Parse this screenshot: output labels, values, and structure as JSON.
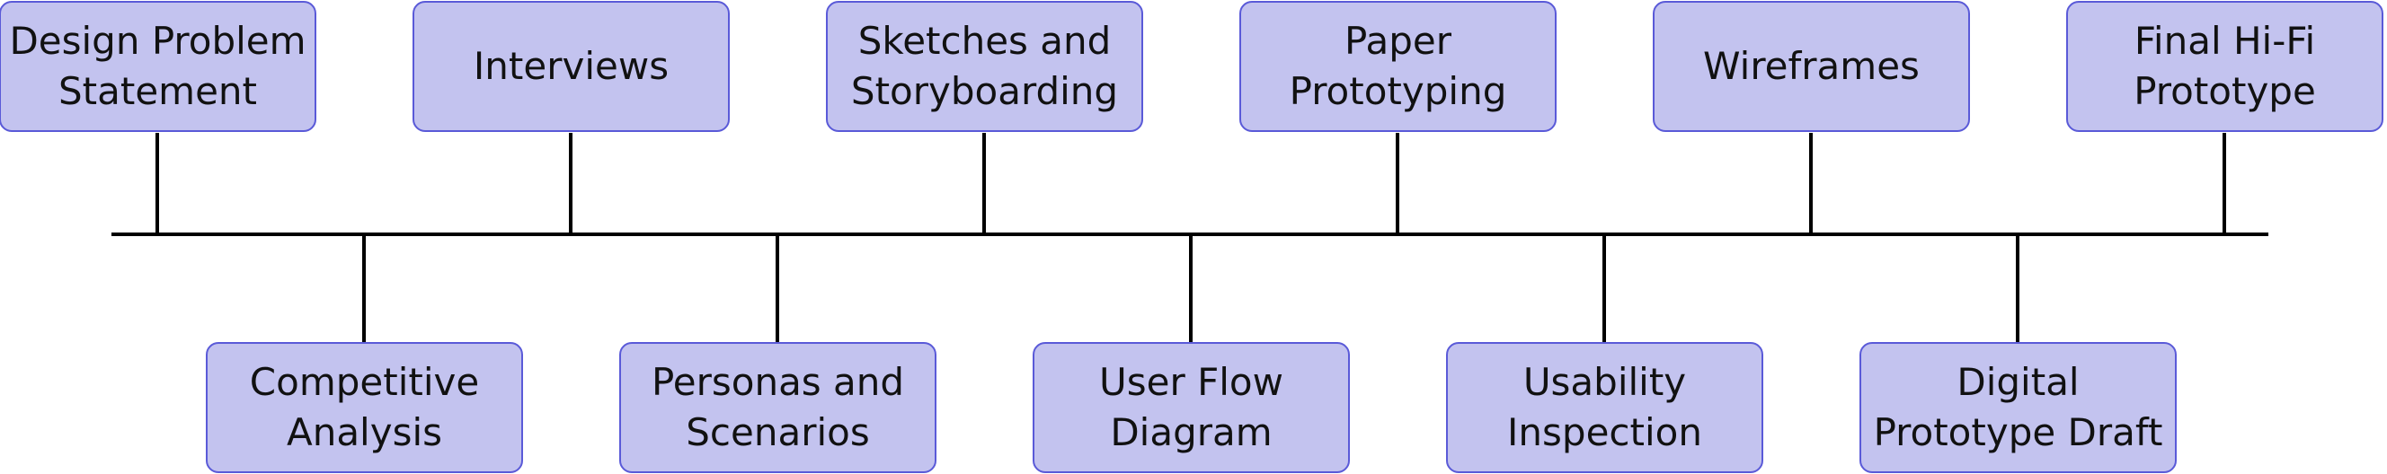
{
  "diagram": {
    "type": "timeline",
    "colors": {
      "box_fill": "#c3c3ef",
      "box_border": "#5a5ad8",
      "line": "#000000",
      "text": "#111111"
    },
    "steps": [
      {
        "label": "Design Problem\nStatement",
        "side": "top"
      },
      {
        "label": "Competitive\nAnalysis",
        "side": "bottom"
      },
      {
        "label": "Interviews",
        "side": "top"
      },
      {
        "label": "Personas and\nScenarios",
        "side": "bottom"
      },
      {
        "label": "Sketches and\nStoryboarding",
        "side": "top"
      },
      {
        "label": "User Flow\nDiagram",
        "side": "bottom"
      },
      {
        "label": "Paper\nPrototyping",
        "side": "top"
      },
      {
        "label": "Usability\nInspection",
        "side": "bottom"
      },
      {
        "label": "Wireframes",
        "side": "top"
      },
      {
        "label": "Digital\nPrototype Draft",
        "side": "bottom"
      },
      {
        "label": "Final Hi-Fi\nPrototype",
        "side": "top"
      }
    ]
  }
}
